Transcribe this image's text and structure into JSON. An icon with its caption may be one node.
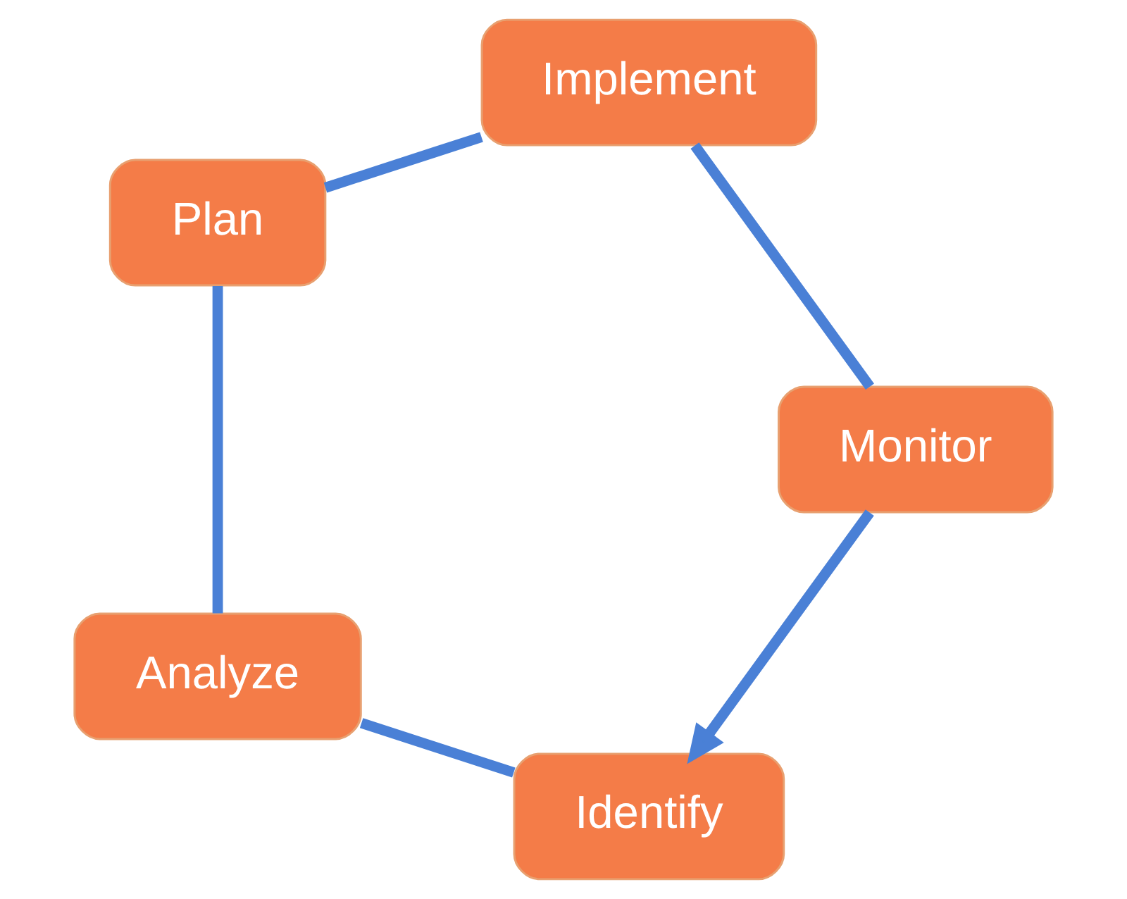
{
  "diagram": {
    "nodes": [
      {
        "text": [
          "Identify"
        ]
      },
      {
        "text": [
          "Analyze"
        ]
      },
      {
        "text": [
          "Plan"
        ]
      },
      {
        "text": [
          "Implement"
        ]
      },
      {
        "text": [
          "Monitor"
        ]
      }
    ],
    "edges": [
      {
        "from": 0,
        "to": 1,
        "arrow": "none",
        "color": "#4a80d6"
      },
      {
        "from": 1,
        "to": 2,
        "arrow": "none",
        "color": "#4a80d6"
      },
      {
        "from": 2,
        "to": 3,
        "arrow": "none",
        "color": "#4a80d6"
      },
      {
        "from": 3,
        "to": 4,
        "arrow": "none",
        "color": "#4a80d6"
      },
      {
        "from": 4,
        "to": 0,
        "arrow": "to",
        "color": "#4a80d6"
      }
    ]
  }
}
